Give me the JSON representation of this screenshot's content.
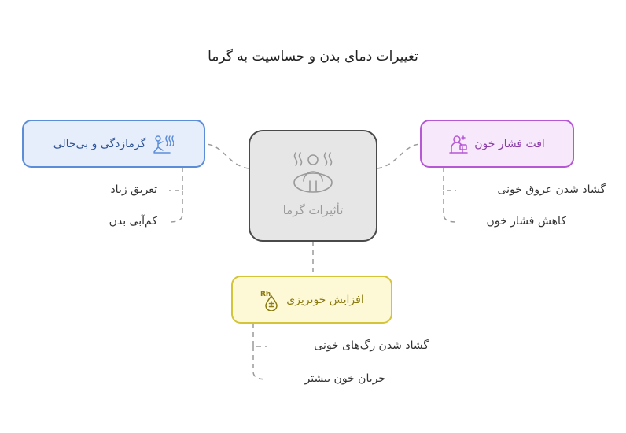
{
  "title": "تغییرات دمای بدن و حساسیت به گرما",
  "center": {
    "label": "تأثیرات گرما",
    "icon": "heat-head-icon"
  },
  "nodes": {
    "heat_exhaustion": {
      "label": "گرمازدگی و بی‌حالی",
      "icon": "heat-person-icon",
      "color": "#5b8dd9",
      "items": [
        "تعریق زیاد",
        "کم‌آبی بدن"
      ]
    },
    "blood_pressure": {
      "label": "افت فشار خون",
      "icon": "person-with-device-icon",
      "color": "#b657d6",
      "items": [
        "گشاد شدن عروق خونی",
        "کاهش فشار خون"
      ]
    },
    "bleeding": {
      "label": "افزایش خونریزی",
      "icon": "blood-drop-rh-icon",
      "color": "#d4c43a",
      "items": [
        "گشاد شدن رگ‌های خونی",
        "جریان خون بیشتر"
      ]
    }
  }
}
